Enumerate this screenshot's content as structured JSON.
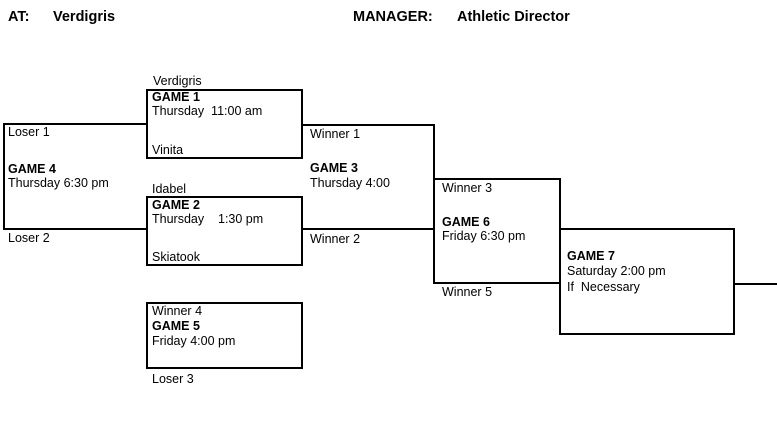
{
  "header": {
    "at_label": "AT:",
    "at_value": "Verdigris",
    "manager_label": "MANAGER:",
    "manager_value": "Athletic Director"
  },
  "bracket": {
    "games": [
      {
        "title": "GAME 1",
        "time": "Thursday  11:00 am",
        "top_slot": "Verdigris",
        "bottom_slot": "Vinita"
      },
      {
        "title": "GAME 2",
        "time": "Thursday    1:30 pm",
        "top_slot": "Idabel",
        "bottom_slot": "Skiatook"
      },
      {
        "title": "GAME 3",
        "time": "Thursday 4:00",
        "top_slot": "Winner 1",
        "bottom_slot": "Winner 2"
      },
      {
        "title": "GAME 4",
        "time": "Thursday 6:30 pm",
        "top_slot": "Loser 1",
        "bottom_slot": "Loser 2"
      },
      {
        "title": "GAME 5",
        "time": "Friday 4:00 pm",
        "top_slot": "Winner 4",
        "bottom_slot": "Loser 3"
      },
      {
        "title": "GAME 6",
        "time": "Friday 6:30 pm",
        "top_slot": "Winner 3",
        "bottom_slot": "Winner 5"
      },
      {
        "title": "GAME 7",
        "time": "Saturday 2:00 pm",
        "note": "If  Necessary"
      }
    ]
  },
  "colors": {
    "line": "#000000",
    "text": "#000000",
    "background": "#ffffff"
  }
}
